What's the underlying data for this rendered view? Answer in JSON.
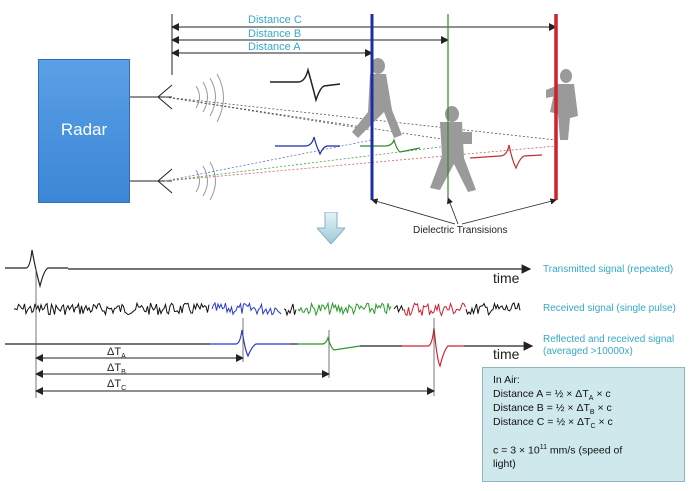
{
  "diagram": {
    "radar_label": "Radar",
    "distance_labels": {
      "c": "Distance C",
      "b": "Distance B",
      "a": "Distance A"
    },
    "dielectric_label": "Dielectric Transisions",
    "time_label_1": "time",
    "time_label_2": "time",
    "signal_labels": {
      "transmitted": "Transmitted signal (repeated)",
      "received": "Received signal (single pulse)",
      "reflected_line1": "Reflected and received signal",
      "reflected_line2": "(averaged >10000x)"
    },
    "delta_labels": {
      "a_main": "ΔT",
      "a_sub": "A",
      "b_main": "ΔT",
      "b_sub": "B",
      "c_main": "ΔT",
      "c_sub": "C"
    },
    "formula": {
      "header": "In Air:",
      "line_a_pre": "Distance A = ½ × ΔT",
      "line_a_sub": "A",
      "line_a_post": "× c",
      "line_b_pre": "Distance B = ½ × ΔT",
      "line_b_sub": "B",
      "line_b_post": "× c",
      "line_c_pre": "Distance C = ½ × ΔT",
      "line_c_sub": "C",
      "line_c_post": "× c",
      "c_pre": "c = 3 × 10",
      "c_sup": "11",
      "c_post": " mm/s (speed of",
      "c_line2": "light)"
    },
    "colors": {
      "blue_plane": "#1b2ea8",
      "green_plane": "#2f8a2f",
      "red_plane": "#d0202a",
      "label_cyan": "#36a9c9",
      "radar_fill": "#4a90e2",
      "formula_bg": "#cfe8ec"
    }
  }
}
